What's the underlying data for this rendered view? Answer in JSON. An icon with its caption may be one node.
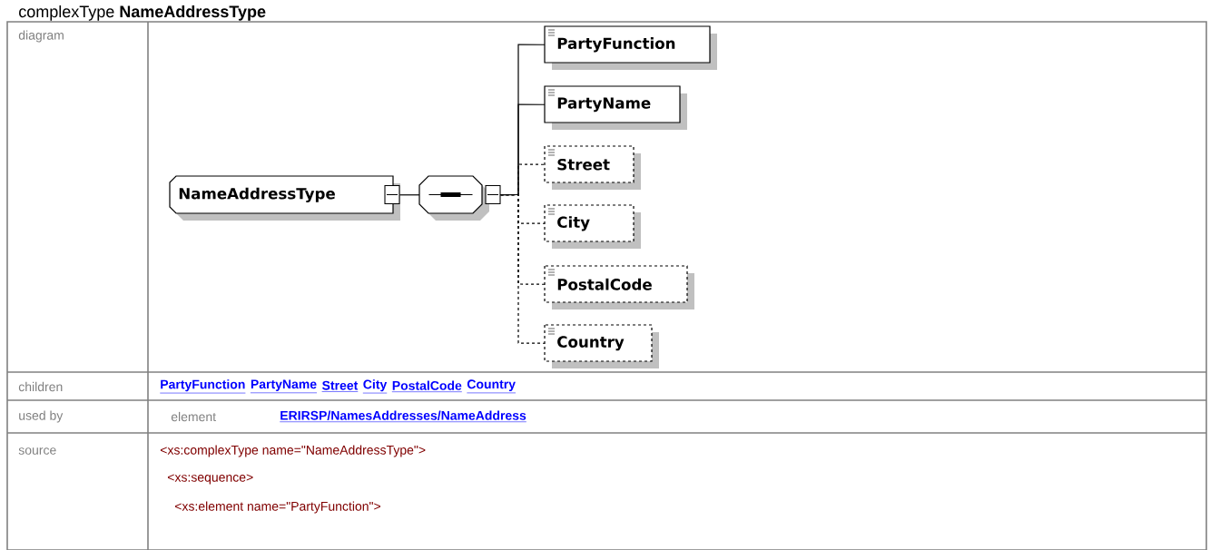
{
  "diagram": {
    "title": "complexType **NameAddressType**",
    "nodes": [
      {
        "text": [
          "NameAddressType"
        ]
      },
      {
        "text": [],
        "shape": "octagon"
      },
      {
        "text": [
          "PartyFunction"
        ]
      },
      {
        "text": [
          "PartyName"
        ]
      },
      {
        "text": [
          "Street"
        ]
      },
      {
        "text": [
          "City"
        ]
      },
      {
        "text": [
          "PostalCode"
        ]
      },
      {
        "text": [
          "Country"
        ]
      }
    ],
    "edges": [
      {
        "from": 0,
        "to": 1,
        "arrow": "none"
      },
      {
        "from": 1,
        "to": 2,
        "arrow": "none"
      },
      {
        "from": 1,
        "to": 3,
        "arrow": "none"
      },
      {
        "from": 1,
        "to": 4,
        "arrow": "none",
        "style": "dashed"
      },
      {
        "from": 1,
        "to": 5,
        "arrow": "none",
        "style": "dashed"
      },
      {
        "from": 1,
        "to": 6,
        "arrow": "none",
        "style": "dashed"
      },
      {
        "from": 1,
        "to": 7,
        "arrow": "none",
        "style": "dashed"
      }
    ],
    "labels": [
      "diagram",
      "children",
      "PartyFunction",
      "PartyName",
      "Street",
      "City",
      "PostalCode",
      "Country",
      "used by",
      "element",
      "ERIRSP/NamesAddresses/NameAddress",
      "source",
      "<xs:complexType name=\"NameAddressType\">",
      "<xs:sequence>",
      "<xs:element name=\"PartyFunction\">"
    ]
  }
}
